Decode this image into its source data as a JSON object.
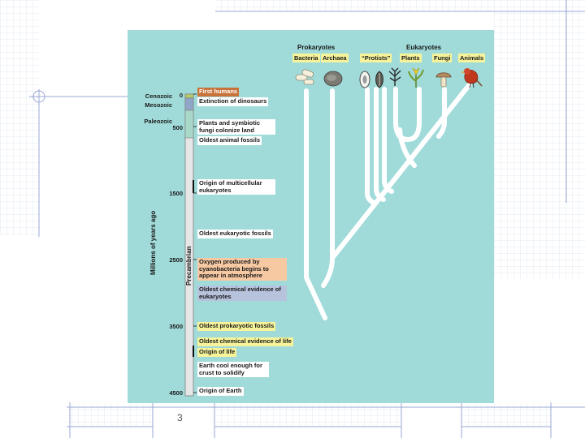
{
  "groups": {
    "prokaryotes": "Prokaryotes",
    "eukaryotes": "Eukaryotes"
  },
  "lineages": [
    "Bacteria",
    "Archaea",
    "“Protists”",
    "Plants",
    "Fungi",
    "Animals"
  ],
  "eras": {
    "cenozoic": "Cenozoic",
    "mesozoic": "Mesozoic",
    "paleozoic": "Paleozoic",
    "precambrian": "Precambrian"
  },
  "axis": {
    "title": "Millions of years ago",
    "ticks": [
      "0",
      "500",
      "1500",
      "2500",
      "3500",
      "4500"
    ]
  },
  "events": [
    "First humans",
    "Extinction of dinosaurs",
    "Plants and symbiotic fungi colonize land",
    "Oldest animal fossils",
    "Origin of multicellular eukaryotes",
    "Oldest eukaryotic fossils",
    "Oxygen produced by cyanobacteria begins to appear in atmosphere",
    "Oldest chemical evidence of eukaryotes",
    "Oldest prokaryotic fossils",
    "Oldest chemical evidence of life",
    "Origin of life",
    "Earth cool enough for crust to solidify",
    "Origin of Earth"
  ],
  "slide_number": "3",
  "colors": {
    "panel": "#a0dbd9",
    "lineage_label": "#f6f39a",
    "human_event": "#c8733a",
    "oxygen_event": "#f7c9a3",
    "eukaryote_evidence": "#b7c3dd",
    "timeline": "#e6e6e6"
  }
}
